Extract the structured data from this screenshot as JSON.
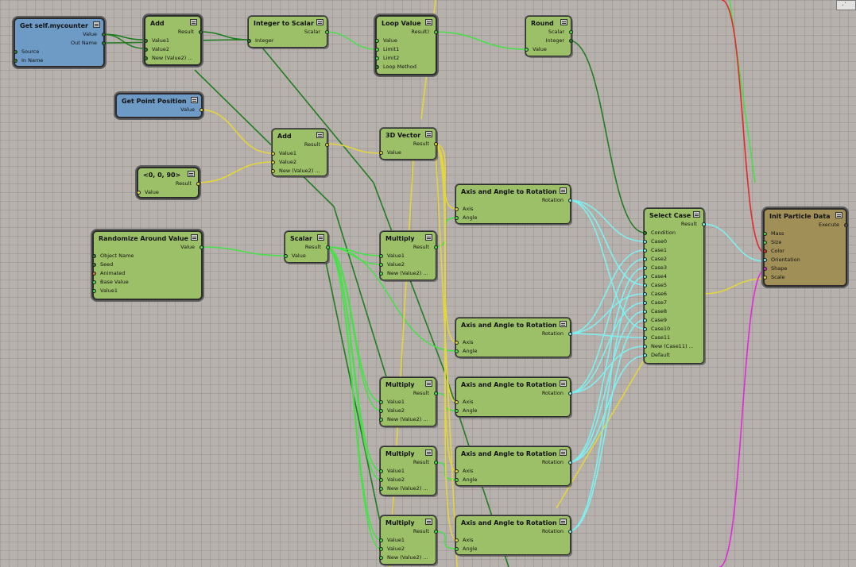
{
  "nodes": {
    "get_self": {
      "title": "Get self.mycounter",
      "outputs": [
        "Value",
        "Out Name"
      ],
      "inputs": [
        "Source",
        "In Name"
      ]
    },
    "add1": {
      "title": "Add",
      "outputs": [
        "Result"
      ],
      "inputs": [
        "Value1",
        "Value2",
        "New (Value2) ..."
      ]
    },
    "int_to_scalar": {
      "title": "Integer to Scalar",
      "outputs": [
        "Scalar"
      ],
      "inputs": [
        "Integer"
      ]
    },
    "loop_value": {
      "title": "Loop Value",
      "outputs": [
        "Result)"
      ],
      "inputs": [
        "Value",
        "Limit1",
        "Limit2",
        "Loop Method"
      ]
    },
    "round": {
      "title": "Round",
      "outputs": [
        "Scalar",
        "Integer"
      ],
      "inputs": [
        "Value"
      ]
    },
    "get_point": {
      "title": "Get Point Position",
      "outputs": [
        "Value"
      ],
      "inputs": []
    },
    "add2": {
      "title": "Add",
      "outputs": [
        "Result"
      ],
      "inputs": [
        "Value1",
        "Value2",
        "New (Value2) ..."
      ]
    },
    "vec3d": {
      "title": "3D Vector",
      "outputs": [
        "Result"
      ],
      "inputs": [
        "Value"
      ]
    },
    "const090": {
      "title": "<0, 0, 90>",
      "outputs": [
        "Result"
      ],
      "inputs": [
        "Value"
      ]
    },
    "randomize": {
      "title": "Randomize Around Value",
      "outputs": [
        "Value"
      ],
      "inputs": [
        "Object Name",
        "Seed",
        "Animated",
        "Base Value",
        "Value1"
      ]
    },
    "scalar": {
      "title": "Scalar",
      "outputs": [
        "Result"
      ],
      "inputs": [
        "Value"
      ]
    },
    "mult1": {
      "title": "Multiply",
      "outputs": [
        "Result"
      ],
      "inputs": [
        "Value1",
        "Value2",
        "New (Value2) ..."
      ]
    },
    "mult2": {
      "title": "Multiply",
      "outputs": [
        "Result"
      ],
      "inputs": [
        "Value1",
        "Value2",
        "New (Value2) ..."
      ]
    },
    "mult3": {
      "title": "Multiply",
      "outputs": [
        "Result"
      ],
      "inputs": [
        "Value1",
        "Value2",
        "New (Value2) ..."
      ]
    },
    "mult4": {
      "title": "Multiply",
      "outputs": [
        "Result"
      ],
      "inputs": [
        "Value1",
        "Value2",
        "New (Value2) ..."
      ]
    },
    "aar1": {
      "title": "Axis and Angle to Rotation",
      "outputs": [
        "Rotation"
      ],
      "inputs": [
        "Axis",
        "Angle"
      ]
    },
    "aar2": {
      "title": "Axis and Angle to Rotation",
      "outputs": [
        "Rotation"
      ],
      "inputs": [
        "Axis",
        "Angle"
      ]
    },
    "aar3": {
      "title": "Axis and Angle to Rotation",
      "outputs": [
        "Rotation"
      ],
      "inputs": [
        "Axis",
        "Angle"
      ]
    },
    "aar4": {
      "title": "Axis and Angle to Rotation",
      "outputs": [
        "Rotation"
      ],
      "inputs": [
        "Axis",
        "Angle"
      ]
    },
    "aar5": {
      "title": "Axis and Angle to Rotation",
      "outputs": [
        "Rotation"
      ],
      "inputs": [
        "Axis",
        "Angle"
      ]
    },
    "select_case": {
      "title": "Select Case",
      "outputs": [
        "Result"
      ],
      "inputs": [
        "Condition",
        "Case0",
        "Case1",
        "Case2",
        "Case3",
        "Case4",
        "Case5",
        "Case6",
        "Case7",
        "Case8",
        "Case9",
        "Case10",
        "Case11",
        "New (Case11) ...",
        "Default"
      ]
    },
    "init_particle": {
      "title": "Init Particle Data",
      "outputs": [
        "Execute"
      ],
      "inputs": [
        "Mass",
        "Size",
        "Color",
        "Orientation",
        "Shape",
        "Scale"
      ]
    }
  },
  "colors": {
    "node_green": "#9cc068",
    "node_blue": "#6d9bc6",
    "node_tan": "#a09058",
    "wire_dark_green": "#1f7d1f",
    "wire_light_green": "#48e048",
    "wire_yellow": "#e3d63a",
    "wire_cyan": "#7ff0f0",
    "wire_red": "#e02a2a",
    "wire_magenta": "#e02ad8"
  }
}
